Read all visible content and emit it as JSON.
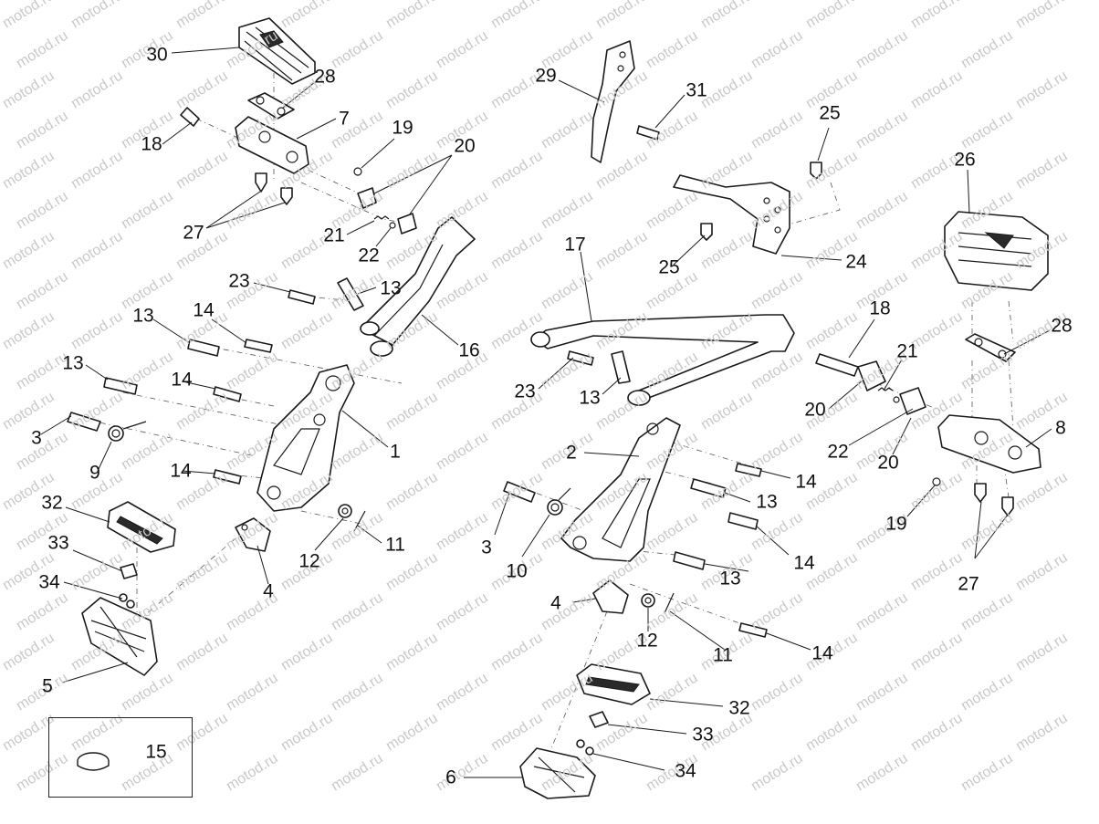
{
  "watermark": "motod.ru",
  "callouts": {
    "left": [
      "30",
      "28",
      "18",
      "7",
      "19",
      "20",
      "27",
      "21",
      "22",
      "23",
      "13",
      "16",
      "13",
      "14",
      "13",
      "14",
      "3",
      "9",
      "14",
      "1",
      "32",
      "33",
      "12",
      "11",
      "34",
      "4",
      "5"
    ],
    "right": [
      "29",
      "31",
      "25",
      "17",
      "24",
      "25",
      "26",
      "18",
      "21",
      "28",
      "23",
      "13",
      "20",
      "22",
      "20",
      "8",
      "2",
      "14",
      "3",
      "10",
      "13",
      "14",
      "19",
      "27",
      "4",
      "12",
      "13",
      "11",
      "14",
      "32",
      "33",
      "34",
      "6"
    ]
  },
  "inset_label": "15"
}
